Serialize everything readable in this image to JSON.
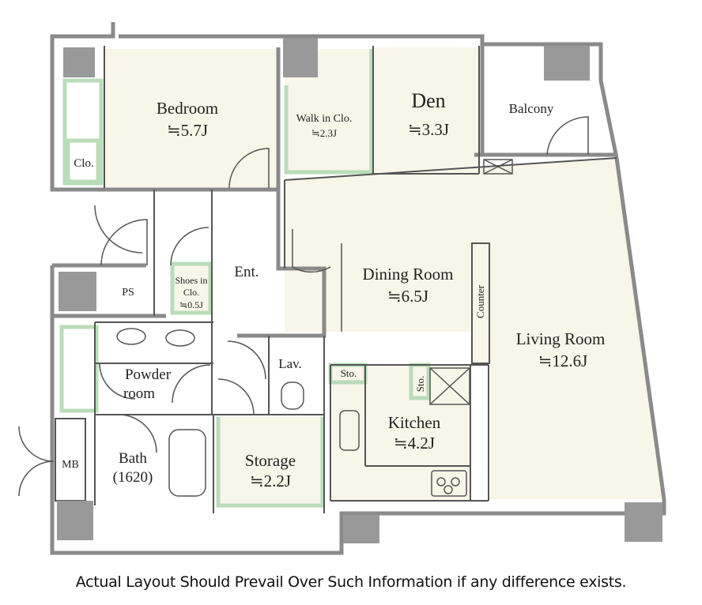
{
  "rooms": {
    "bedroom": {
      "name": "Bedroom",
      "size": "≒5.7J"
    },
    "walkin": {
      "name": "Walk in Clo.",
      "size": "≒2.3J"
    },
    "den": {
      "name": "Den",
      "size": "≒3.3J"
    },
    "balcony": {
      "name": "Balcony"
    },
    "closet": {
      "name": "Clo."
    },
    "entrance": {
      "name": "Ent."
    },
    "ps": {
      "name": "PS"
    },
    "shoes": {
      "name_line1": "Shoes in",
      "name_line2": "Clo.",
      "size": "≒0.5J"
    },
    "dining": {
      "name": "Dining Room",
      "size": "≒6.5J"
    },
    "counter": {
      "name": "Counter"
    },
    "living": {
      "name": "Living Room",
      "size": "≒12.6J"
    },
    "powder": {
      "name_line1": "Powder",
      "name_line2": "room"
    },
    "lav": {
      "name": "Lav."
    },
    "sto1": {
      "name": "Sto."
    },
    "sto2": {
      "name": "Sto."
    },
    "kitchen": {
      "name": "Kitchen",
      "size": "≒4.2J"
    },
    "bath": {
      "name": "Bath",
      "size": "(1620)"
    },
    "storage": {
      "name": "Storage",
      "size": "≒2.2J"
    },
    "mb": {
      "name": "MB"
    }
  },
  "colors": {
    "wall": "#8a8a8a",
    "pillar": "#999999",
    "floor": "#f8f5e9",
    "storage_trim": "#b9dcb9",
    "line": "#555555"
  },
  "disclaimer": "Actual Layout Should Prevail Over Such Information if any difference exists."
}
